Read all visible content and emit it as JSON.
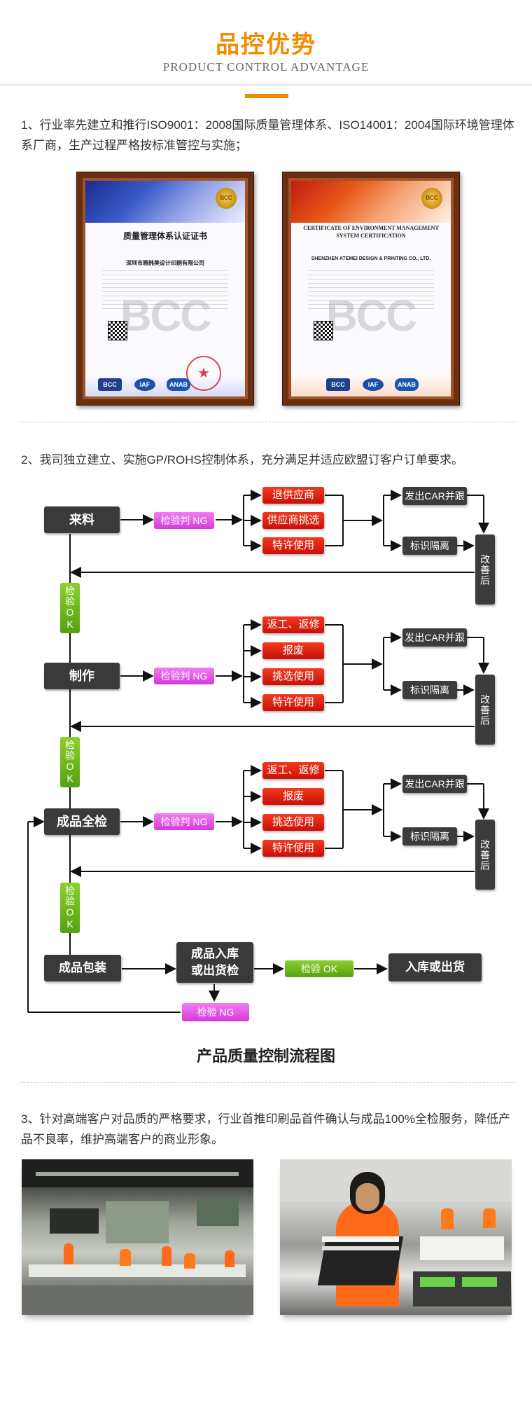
{
  "header": {
    "title_cn": "品控优势",
    "title_en": "PRODUCT CONTROL ADVANTAGE"
  },
  "sections": {
    "s1_text": "1、行业率先建立和推行ISO9001：2008国际质量管理体系、ISO14001：2004国际环境管理体系厂商，生产过程严格按标准管控与实施；",
    "s2_text": "2、我司独立建立、实施GP/ROHS控制体系，充分满足并适应欧盟订客户订单要求。",
    "s3_text": "3、针对高端客户对品质的严格要求，行业首推印刷品首件确认与成品100%全检服务，降低产品不良率，维护高端客户的商业形象。"
  },
  "certificates": {
    "left": {
      "title": "质量管理体系认证证书",
      "company": "深圳市雅韩美设计印刷有限公司",
      "logos": [
        "BCC",
        "IAF",
        "ANAB"
      ],
      "seal": "BCC",
      "watermark": "BCC"
    },
    "right": {
      "title": "CERTIFICATE OF ENVIRONMENT MANAGEMENT SYSTEM CERTIFICATION",
      "company": "SHENZHEN ATEMEI DESIGN & PRINTING CO., LTD.",
      "logos": [
        "BCC",
        "IAF",
        "ANAB"
      ],
      "seal": "BCC",
      "watermark": "BCC"
    }
  },
  "flowchart": {
    "caption": "产品质量控制流程图",
    "stages": {
      "incoming": "来料",
      "production": "制作",
      "final_inspection": "成品全检",
      "packaging": "成品包装",
      "warehouse_in_out": "成品入库\n或出货检",
      "ship": "入库或出货"
    },
    "judgement": {
      "ng": "检验判 NG",
      "ok_vertical": "检验OK",
      "ok": "检验 OK",
      "ng_bottom": "检验 NG"
    },
    "row1_actions": [
      "退供应商",
      "供应商挑选",
      "特许使用"
    ],
    "row2_actions": [
      "返工、返修",
      "报废",
      "挑选使用",
      "特许使用"
    ],
    "row3_actions": [
      "返工、返修",
      "报废",
      "挑选使用",
      "特许使用"
    ],
    "car": "发出CAR并跟进",
    "isolate": "标识隔离",
    "improve": "改善后"
  },
  "colors": {
    "accent": "#f08c00",
    "red_box": "#e0200f",
    "pink_box": "#e055e4",
    "green_box": "#6fb81e",
    "dark_box": "#3a3a3a"
  }
}
